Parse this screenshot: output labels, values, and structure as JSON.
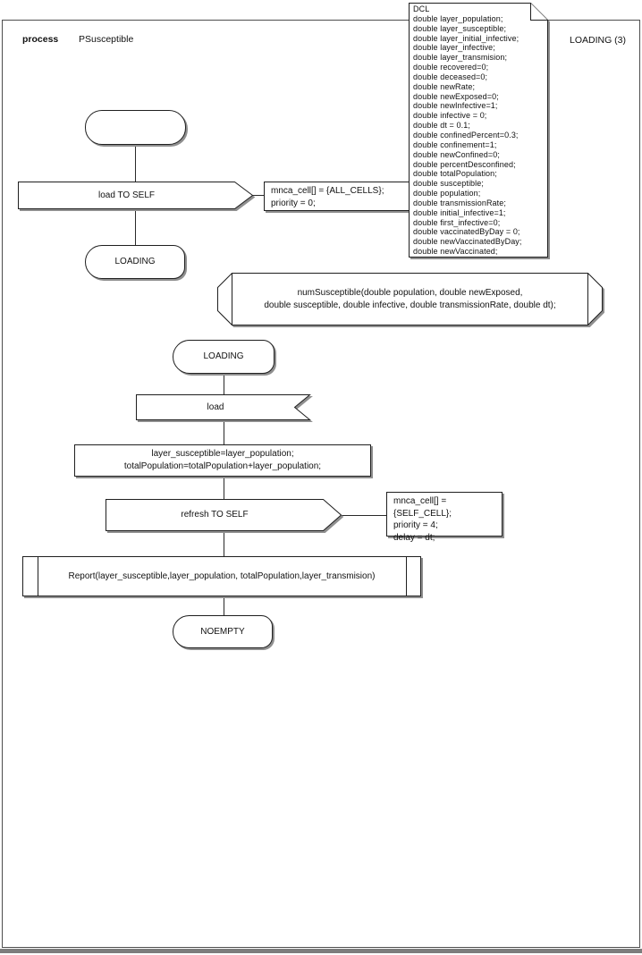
{
  "header": {
    "kind_label": "process",
    "process_name": "PSusceptible",
    "state_badge": "LOADING (3)"
  },
  "dcl_note": {
    "text": "DCL\ndouble layer_population;\ndouble layer_susceptible;\ndouble layer_initial_infective;\ndouble layer_infective;\ndouble layer_transmision;\ndouble recovered=0;\ndouble deceased=0;\ndouble newRate;\ndouble newExposed=0;\ndouble newInfective=1;\ndouble infective = 0;\ndouble dt = 0.1;\ndouble confinedPercent=0.3;\ndouble confinement=1;\ndouble newConfined=0;\ndouble percentDesconfined;\ndouble totalPopulation;\ndouble susceptible;\ndouble population;\ndouble transmissionRate;\ndouble initial_infective=1;\ndouble first_infective=0;\ndouble vaccinatedByDay = 0;\ndouble newVaccinatedByDay;\ndouble newVaccinated;"
  },
  "flow_start": {
    "start_label": "",
    "send_load_label": "load TO SELF",
    "send_load_annotation": "mnca_cell[] = {ALL_CELLS};\npriority = 0;",
    "state_loading_label": "LOADING"
  },
  "procedure_declaration": {
    "text": "numSusceptible(double population, double newExposed,\ndouble susceptible, double infective, double transmissionRate, double dt);"
  },
  "flow_loading": {
    "state_loading_label": "LOADING",
    "receive_load_label": "load",
    "task_text": "layer_susceptible=layer_population;\ntotalPopulation=totalPopulation+layer_population;",
    "send_refresh_label": "refresh TO SELF",
    "send_refresh_annotation": "mnca_cell[] = {SELF_CELL};\npriority = 4;\ndelay = dt;",
    "report_call_text": "Report(layer_susceptible,layer_population, totalPopulation,layer_transmision)",
    "state_noempty_label": "NOEMPTY"
  }
}
